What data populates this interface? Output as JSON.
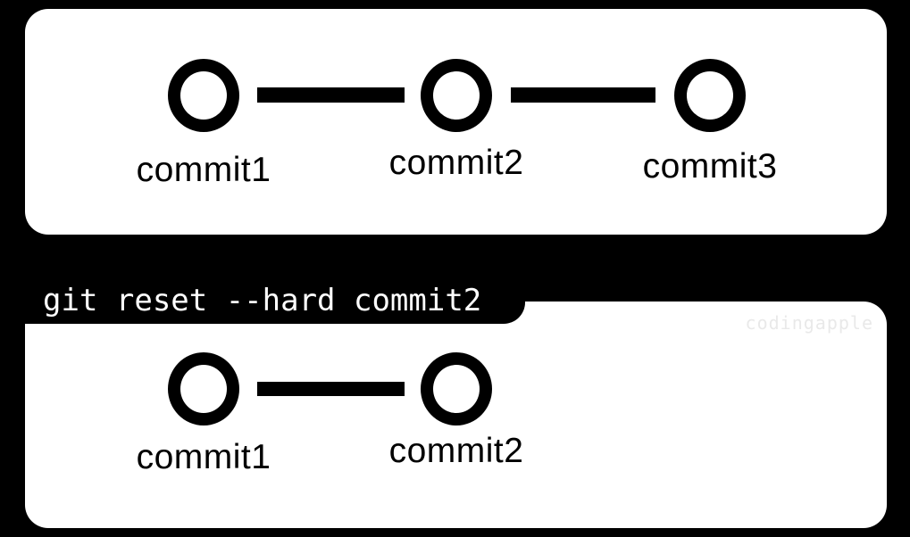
{
  "colors": {
    "background": "#000000",
    "panel": "#ffffff",
    "stroke": "#000000",
    "tab_background": "#000000",
    "tab_text": "#ffffff",
    "watermark_text": "#e9e9e9"
  },
  "command_tab": {
    "text": "git reset --hard commit2"
  },
  "watermark": {
    "text": "codingapple"
  },
  "before_panel": {
    "commits": [
      {
        "label": "commit1"
      },
      {
        "label": "commit2"
      },
      {
        "label": "commit3"
      }
    ]
  },
  "after_panel": {
    "commits": [
      {
        "label": "commit1"
      },
      {
        "label": "commit2"
      }
    ]
  }
}
